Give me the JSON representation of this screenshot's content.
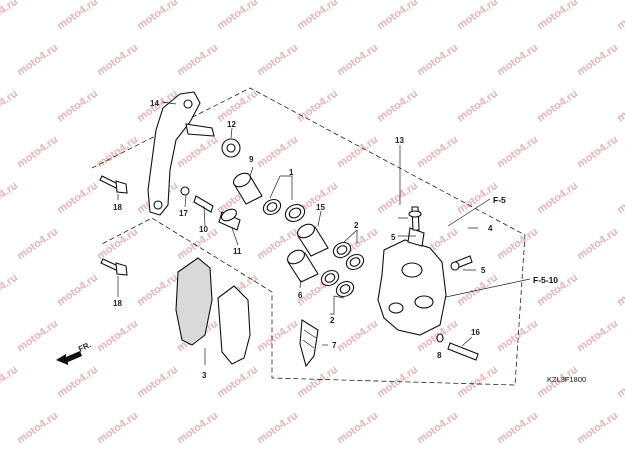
{
  "watermark": "moto4.ru",
  "diagram_code": "KZL3F1800",
  "direction": {
    "label": "FR.",
    "icon": "front-direction-arrow-icon"
  },
  "references": [
    "F-5",
    "F-5-10"
  ],
  "callouts": {
    "c1": "1",
    "c2a": "2",
    "c2b": "2",
    "c3": "3",
    "c4": "4",
    "c5a": "5",
    "c5b": "5",
    "c6": "6",
    "c7": "7",
    "c8": "8",
    "c9": "9",
    "c10": "10",
    "c11": "11",
    "c12": "12",
    "c13": "13",
    "c14": "14",
    "c15": "15",
    "c16": "16",
    "c17": "17",
    "c18a": "18",
    "c18b": "18"
  }
}
